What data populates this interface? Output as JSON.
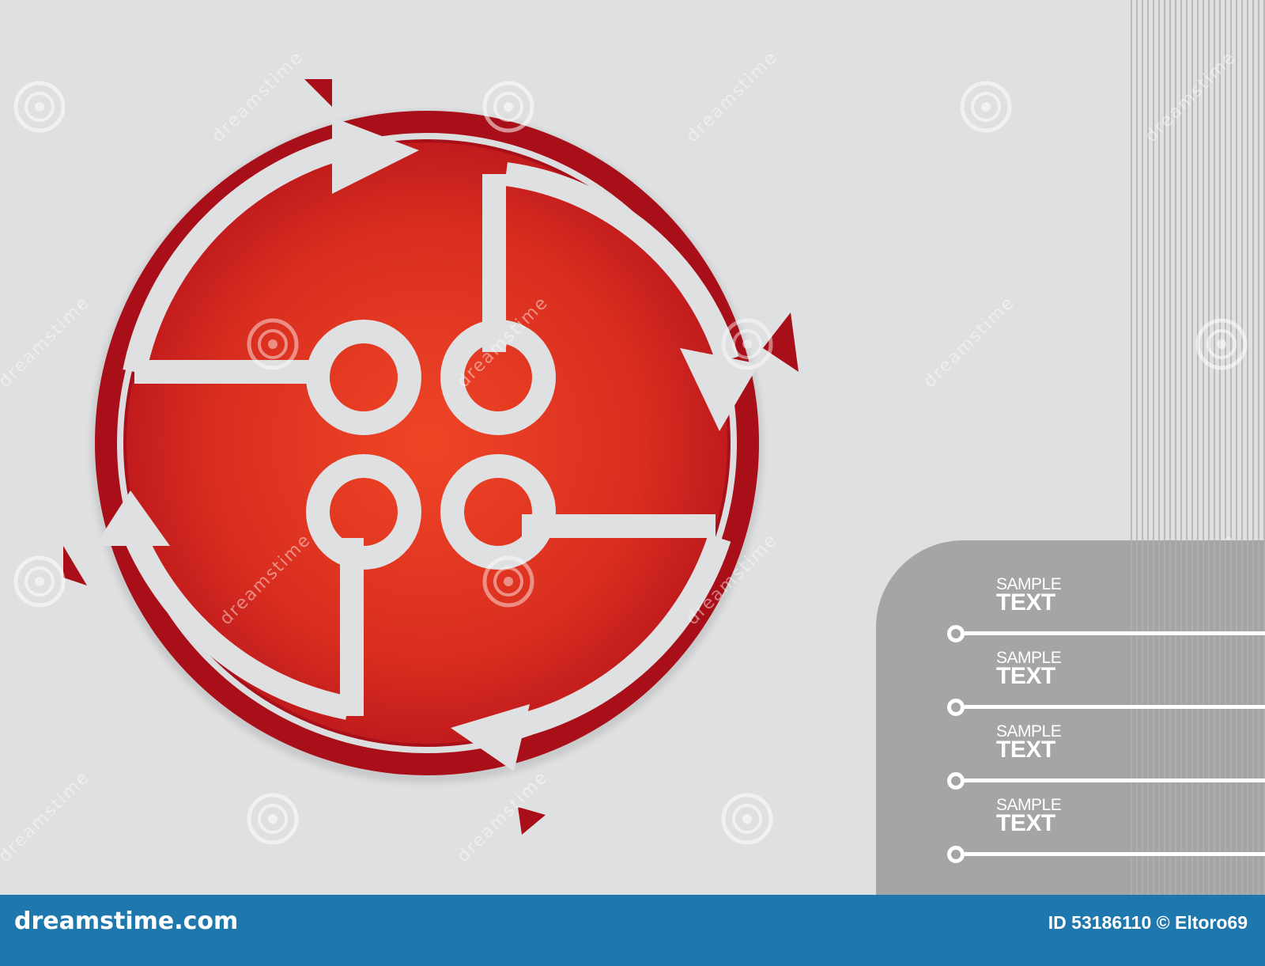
{
  "colors": {
    "background": "#dfe0e2",
    "ring_red_dark": "#a80f18",
    "disc_red_center": "#ef4526",
    "disc_red_edge": "#b8141c",
    "panel_grey": "#a4a5a7",
    "footer_blue": "#1f78ad"
  },
  "legend": [
    {
      "line1": "SAMPLE",
      "line2": "TEXT"
    },
    {
      "line1": "SAMPLE",
      "line2": "TEXT"
    },
    {
      "line1": "SAMPLE",
      "line2": "TEXT"
    },
    {
      "line1": "SAMPLE",
      "line2": "TEXT"
    }
  ],
  "watermark": {
    "text": "dreamstime"
  },
  "footer": {
    "brand": "dreamstime.com",
    "id_text": "ID 53186110 © Eltoro69"
  },
  "icons": [
    "circular-arrows-cycle-icon",
    "swirl-watermark-icon"
  ]
}
